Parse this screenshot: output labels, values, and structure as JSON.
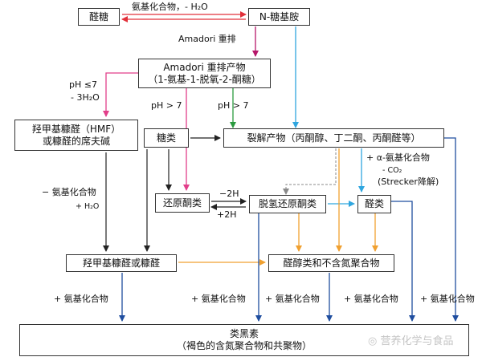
{
  "boxes": {
    "aldose": "醛糖",
    "n_glycosylamine": "N-糖基胺",
    "amadori_product_line1": "Amadori 重排产物",
    "amadori_product_line2": "（1-氨基-1-脱氧-2-酮糖）",
    "hmf_line1": "羟甲基糠醛（HMF）",
    "hmf_line2": "或糠醛的席夫碱",
    "sugars": "糖类",
    "fission_products": "裂解产物（丙酮醇、丁二酮、丙酮醛等）",
    "reductones": "还原酮类",
    "dehydroreductones": "脱氢还原酮类",
    "aldehydes": "醛类",
    "hmf_or_furfural": "羟甲基糠醛或糠醛",
    "aldols": "醛醇类和不含氮聚合物",
    "melanoidins_line1": "类黑素",
    "melanoidins_line2": "（褐色的含氮聚合物和共聚物）"
  },
  "labels": {
    "amino_compound_minus_water": "氨基化合物，- H₂O",
    "amadori_rearrangement": "Amadori 重排",
    "ph_le_7": "pH ≤7",
    "minus_3h2o": "- 3H₂O",
    "ph_gt_7_a": "pH > 7",
    "ph_gt_7_b": "pH > 7",
    "minus_2h": "−2H",
    "plus_2h": "+2H",
    "alpha_amino_acid": "+ α-氨基化合物",
    "minus_co2": "- CO₂",
    "strecker": "(Strecker降解)",
    "minus_amino_compound": "− 氨基化合物",
    "plus_h2o": "+ H₂O",
    "plus_amino_1": "+ 氨基化合物",
    "plus_amino_2": "+ 氨基化合物",
    "plus_amino_3": "+ 氨基化合物",
    "plus_amino_4": "+ 氨基化合物",
    "plus_amino_5": "+ 氨基化合物"
  },
  "watermark": "营养化学与食品",
  "colors": {
    "red": "#e2303a",
    "magenta": "#b6176a",
    "pink": "#e23f8a",
    "cyan": "#2fa6df",
    "green": "#2b9a3f",
    "blue": "#1f4e9f",
    "gray": "#8a8a8a",
    "orange": "#f0a030",
    "black": "#222222"
  }
}
